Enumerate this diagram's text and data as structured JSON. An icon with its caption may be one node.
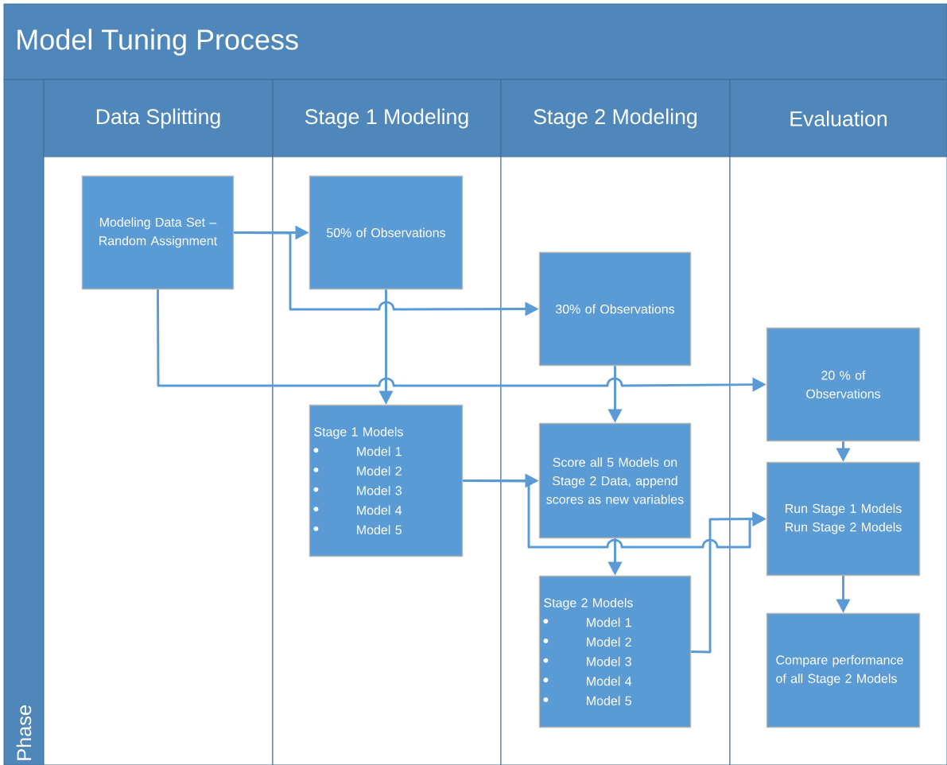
{
  "diagram": {
    "title": "Model Tuning Process",
    "nodes": [
      {
        "text": [
          "Phase"
        ]
      },
      {
        "text": [
          "Data Splitting"
        ]
      },
      {
        "text": [
          "Stage 1 Modeling"
        ]
      },
      {
        "text": [
          "Stage 2 Modeling"
        ]
      },
      {
        "text": [
          "Evaluation"
        ]
      },
      {
        "text": [
          "Modeling Data Set – Random Assignment"
        ],
        "in": 1
      },
      {
        "text": [
          "50% of Observations"
        ],
        "in": 2
      },
      {
        "text": [
          "30% of Observations"
        ],
        "in": 3
      },
      {
        "text": [
          "20 % of Observations"
        ],
        "in": 4
      },
      {
        "text": [
          "Stage 1 Models",
          "Model 1",
          "Model 2",
          "Model 3",
          "Model 4",
          "Model 5"
        ],
        "in": 2
      },
      {
        "text": [
          "Score all 5 Models on Stage 2 Data, append scores as new variables"
        ],
        "in": 3
      },
      {
        "text": [
          "Stage 2 Models",
          "Model 1",
          "Model 2",
          "Model 3",
          "Model 4",
          "Model 5"
        ],
        "in": 3
      },
      {
        "text": [
          "Run Stage 1 Models",
          "Run Stage 2 Models"
        ],
        "in": 4
      },
      {
        "text": [
          "Compare performance of all Stage 2 Models"
        ],
        "in": 4
      }
    ],
    "edges": [
      {
        "from": 5,
        "to": 6,
        "arrow": "to"
      },
      {
        "from": 5,
        "to": 7,
        "arrow": "to"
      },
      {
        "from": 5,
        "to": 8,
        "arrow": "to"
      },
      {
        "from": 6,
        "to": 9,
        "arrow": "to"
      },
      {
        "from": 7,
        "to": 10,
        "arrow": "to"
      },
      {
        "from": 9,
        "to": 10,
        "arrow": "to"
      },
      {
        "from": 10,
        "to": 11,
        "arrow": "to"
      },
      {
        "from": 9,
        "to": 12,
        "arrow": "to"
      },
      {
        "from": 11,
        "to": 12,
        "arrow": "to"
      },
      {
        "from": 8,
        "to": 12,
        "arrow": "to"
      },
      {
        "from": 12,
        "to": 13,
        "arrow": "to"
      }
    ]
  }
}
